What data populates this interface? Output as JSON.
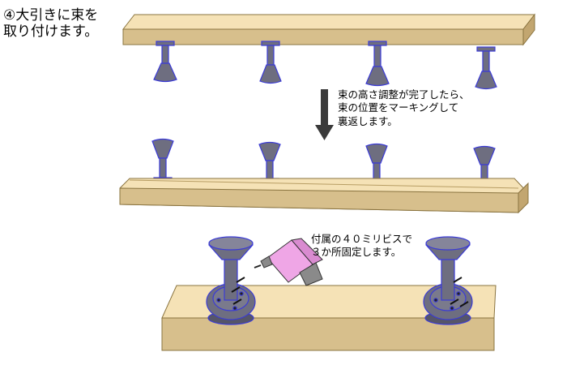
{
  "step": {
    "title_line1": "④大引きに束を",
    "title_line2": "取り付けます。"
  },
  "note_flip": {
    "line1": "束の高さ調整が完了したら、",
    "line2": "束の位置をマーキングして",
    "line3": "裏返します。"
  },
  "note_screws": {
    "line1": "付属の４０ミリビスで",
    "line2": "３か所固定します。"
  },
  "colors": {
    "wood_top": "#f5e2b6",
    "wood_face": "#d7bf8c",
    "wood_edge": "#c2a670",
    "post": "#6e6e80",
    "post_outline": "#3b3bd6",
    "drill_body": "#efa6e6",
    "drill_grip": "#8a8a8a",
    "arrow": "#3a3a3a"
  }
}
